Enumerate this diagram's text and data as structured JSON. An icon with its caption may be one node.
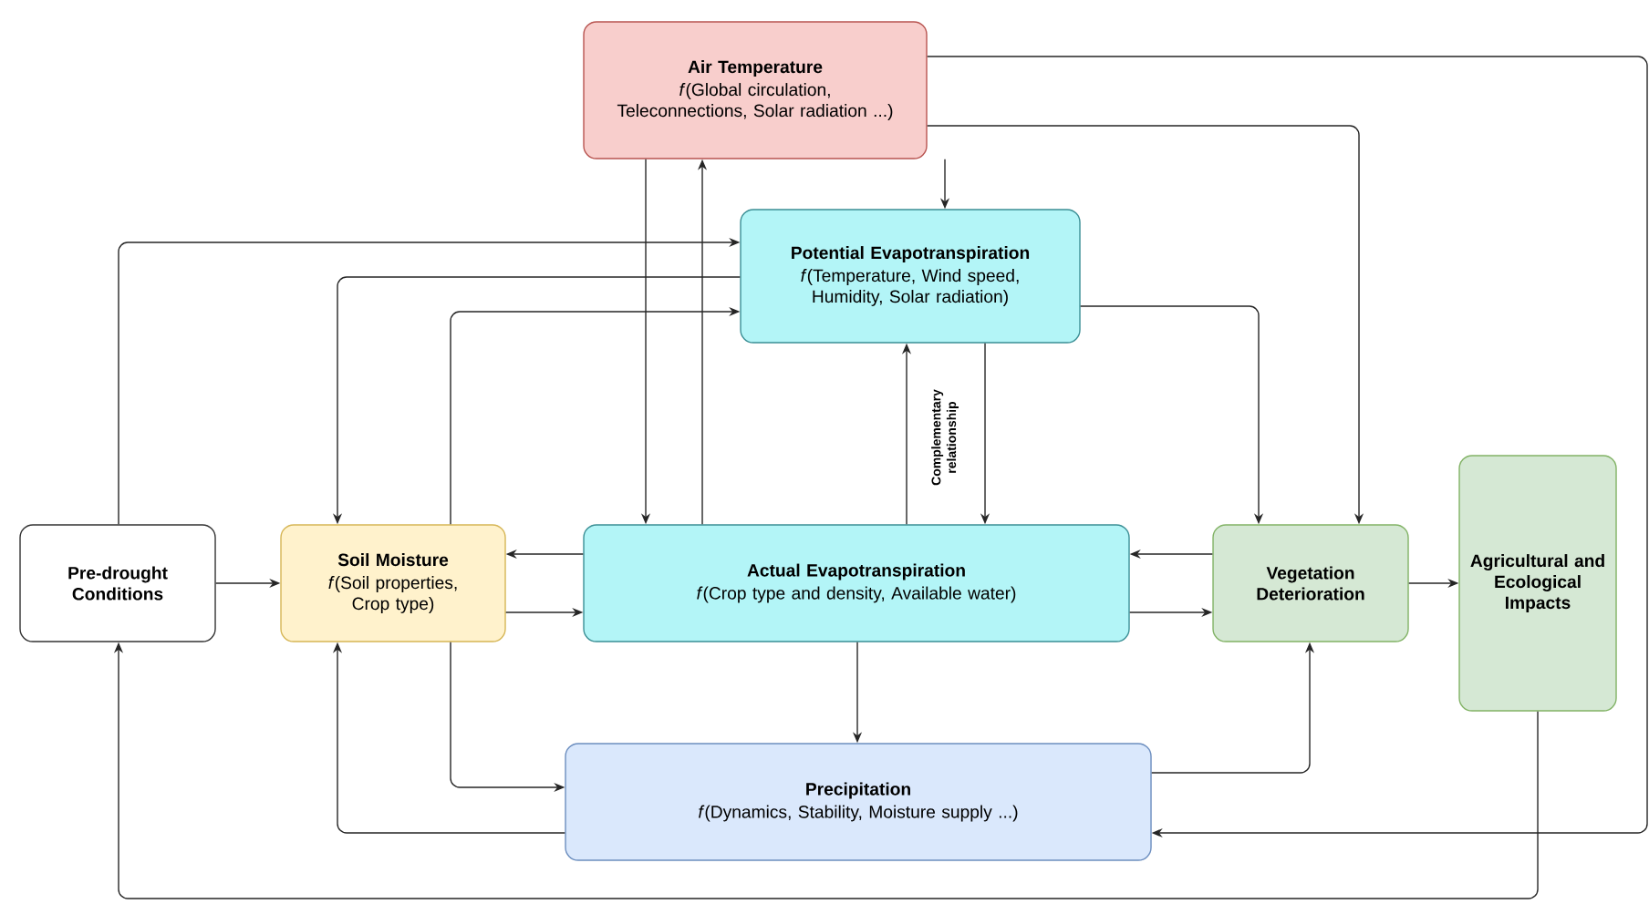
{
  "diagram": {
    "nodes": [
      {
        "text": [
          "Air Temperature",
          "*f*(Global circulation, Teleconnections, Solar radiation ...)"
        ]
      },
      {
        "text": [
          "Potential Evapotranspiration",
          "*f*(Temperature, Wind speed, Humidity, Solar radiation)"
        ]
      },
      {
        "text": [
          "Pre-drought Conditions"
        ]
      },
      {
        "text": [
          "Soil Moisture",
          "*f*(Soil properties, Crop type)"
        ]
      },
      {
        "text": [
          "Actual Evapotranspiration",
          "*f*(Crop type and density, Available water)"
        ]
      },
      {
        "text": [
          "Vegetation Deterioration"
        ]
      },
      {
        "text": [
          "Agricultural and Ecological Impacts"
        ]
      },
      {
        "text": [
          "Precipitation",
          "*f*(Dynamics, Stability, Moisture supply ...)"
        ]
      }
    ],
    "edges": [
      {
        "from": 0,
        "to": 1,
        "arrow": "to"
      },
      {
        "from": 0,
        "to": 4,
        "arrow": "to"
      },
      {
        "from": 4,
        "to": 0,
        "arrow": "to"
      },
      {
        "from": 0,
        "to": 5,
        "arrow": "to"
      },
      {
        "from": 0,
        "to": 7,
        "arrow": "to"
      },
      {
        "from": 2,
        "to": 1,
        "arrow": "to"
      },
      {
        "from": 1,
        "to": 3,
        "arrow": "to"
      },
      {
        "from": 3,
        "to": 1,
        "arrow": "to"
      },
      {
        "from": 4,
        "to": 1,
        "arrow": "to",
        "label": "Complementary relationship"
      },
      {
        "from": 1,
        "to": 4,
        "arrow": "to"
      },
      {
        "from": 1,
        "to": 5,
        "arrow": "to"
      },
      {
        "from": 2,
        "to": 3,
        "arrow": "to"
      },
      {
        "from": 4,
        "to": 3,
        "arrow": "to"
      },
      {
        "from": 3,
        "to": 4,
        "arrow": "to"
      },
      {
        "from": 5,
        "to": 4,
        "arrow": "to"
      },
      {
        "from": 4,
        "to": 5,
        "arrow": "to"
      },
      {
        "from": 5,
        "to": 6,
        "arrow": "to"
      },
      {
        "from": 4,
        "to": 7,
        "arrow": "to"
      },
      {
        "from": 3,
        "to": 7,
        "arrow": "to"
      },
      {
        "from": 7,
        "to": 3,
        "arrow": "to"
      },
      {
        "from": 7,
        "to": 5,
        "arrow": "to"
      },
      {
        "from": 6,
        "to": 2,
        "arrow": "to"
      }
    ]
  }
}
